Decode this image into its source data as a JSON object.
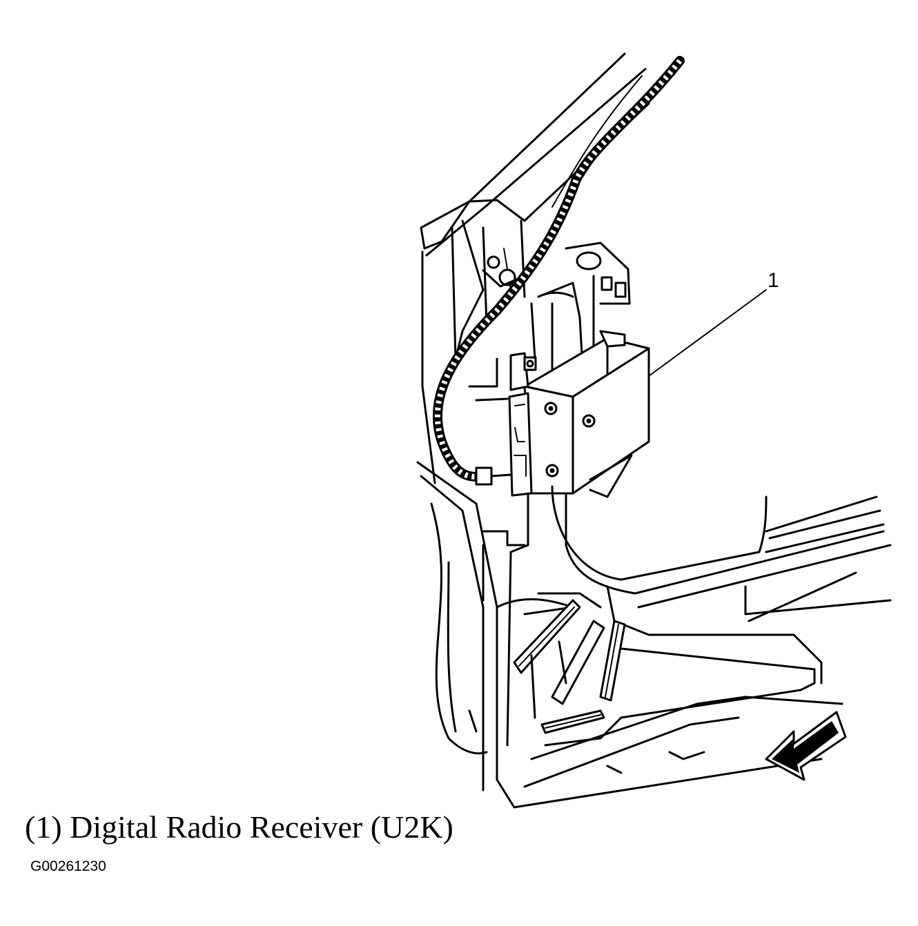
{
  "diagram": {
    "callout_number": "1",
    "caption": "(1) Digital Radio Receiver (U2K)",
    "figure_id": "G00261230"
  }
}
